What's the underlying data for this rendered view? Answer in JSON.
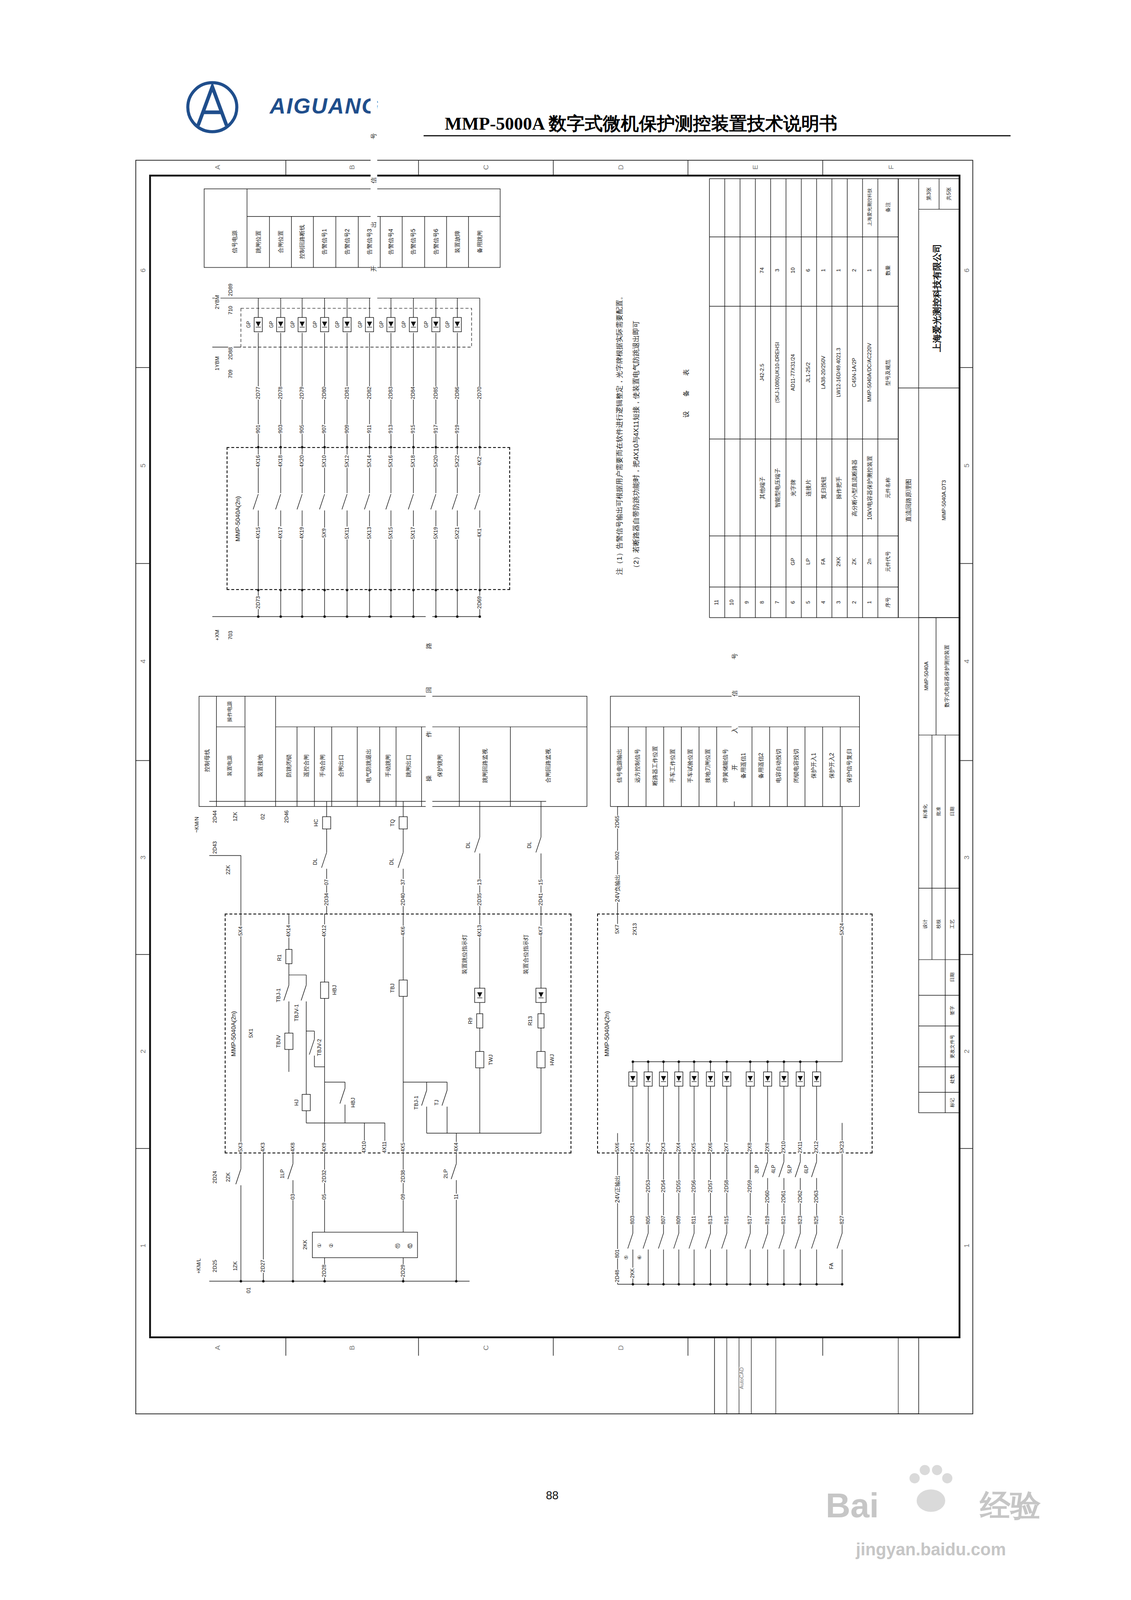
{
  "diagram": {
    "title": "MMP-5000A 数字式微机保护测控装置技术说明书",
    "nodes": [
      {
        "text": [
          "MMP-5040A(2n)"
        ]
      },
      {
        "text": [
          "MMP-5040A(2n)"
        ]
      },
      {
        "text": [
          "MMP-5040A(2n)"
        ]
      }
    ],
    "labels": [
      "AIGUANG",
      "88",
      "Bai",
      "经验",
      "jingyan.baidu.com",
      "AutoCAD",
      "A",
      "B",
      "C",
      "D",
      "E",
      "F",
      "A",
      "B",
      "C",
      "D",
      "1",
      "2",
      "3",
      "4",
      "5",
      "6",
      "1",
      "2",
      "3",
      "4",
      "5",
      "6",
      "开出信号",
      "信号电源",
      "跳闸位置",
      "合闸位置",
      "控制回路断线",
      "告警信号1",
      "告警信号2",
      "告警信号3",
      "告警信号4",
      "告警信号5",
      "告警信号6",
      "装置故障",
      "备用跳闸",
      "2YBM",
      "710",
      "2D89",
      "1YBM",
      "709",
      "2D88",
      "GP",
      "GP",
      "GP",
      "GP",
      "GP",
      "GP",
      "GP",
      "GP",
      "GP",
      "GP",
      "2D77",
      "2D78",
      "2D79",
      "2D80",
      "2D81",
      "2D82",
      "2D83",
      "2D84",
      "2D85",
      "2D86",
      "2D70",
      "901",
      "903",
      "905",
      "907",
      "909",
      "911",
      "913",
      "915",
      "917",
      "919",
      "4X16",
      "4X18",
      "4X20",
      "5X10",
      "5X12",
      "5X14",
      "5X16",
      "5X18",
      "5X20",
      "5X22",
      "4X2",
      "4X15",
      "4X17",
      "4X19",
      "5X9",
      "5X11",
      "5X13",
      "5X15",
      "5X17",
      "5X19",
      "5X21",
      "4X1",
      "2D73",
      "2D69",
      "+XM",
      "703",
      "注（1）告警信号输出可根据用户需要而在软件进行逻辑整定，光字牌根据实际需要配置。",
      "（2）若断路器自带防跳功能时，把4X10与4X11短接，使装置电气防跳退出即可",
      "设备表",
      "11",
      "10",
      "9",
      "8",
      "7",
      "6",
      "5",
      "4",
      "3",
      "2",
      "1",
      "其他端子",
      "J42-2.5",
      "74",
      "智能型电压端子",
      "(SKJ-1080)UK10-DREHSI",
      "3",
      "GP",
      "光字牌",
      "AD11-77X31/24",
      "10",
      "LP",
      "连接片",
      "JL1-25/2",
      "6",
      "FA",
      "复归按钮",
      "LA38-20/250V",
      "1",
      "2KK",
      "操作把手",
      "LW12-16D/49.4021.3",
      "1",
      "ZK",
      "高分断小型直流断路器",
      "C45N-1A/2P",
      "2",
      "2n",
      "10kV电容器保护测控装置",
      "MMP-5040A/DC/AC220V",
      "1",
      "上海爱光测控科技",
      "序号",
      "元件代号",
      "元件名称",
      "型号及规范",
      "数量",
      "备注",
      "上海爱光测控科技有限公司",
      "第3张",
      "共5张",
      "直流回路原理图",
      "MMP-5040A.DT3",
      "MMP-5040A",
      "数字式电容器保护测控装置",
      "标准化",
      "批准",
      "日期",
      "设计",
      "校核",
      "工艺",
      "日期",
      "签字",
      "更改文件号",
      "处数",
      "标记",
      "控制母线",
      "操作电源",
      "装置电源",
      "装置接地",
      "操作回路",
      "防跳闭锁",
      "遥控合闸",
      "手动合闸",
      "合闸出口",
      "电气防跳退出",
      "手动跳闸",
      "跳闸出口",
      "保护跳闸",
      "跳闸回路监视",
      "合闸回路监视",
      "开入信号",
      "信号电源输出",
      "远方控制信号",
      "断路器工作位置",
      "手车工作位置",
      "手车试验位置",
      "接地刀闸位置",
      "弹簧储能信号",
      "备用遥信1",
      "备用遥信2",
      "电容自动投切",
      "闭锁电容投切",
      "保护开入1",
      "保护开入2",
      "保护信号复归",
      "~KM/N",
      "2D44",
      "1ZK",
      "02",
      "2D46",
      "2D43",
      "2ZK",
      "HC",
      "DL",
      "TQ",
      "DL",
      "DL",
      "DL",
      "07",
      "37",
      "13",
      "15",
      "2D34",
      "2D40",
      "2D35",
      "2D41",
      "5X4",
      "4X14",
      "4X12",
      "4X6",
      "4X13",
      "4X7",
      "R1",
      "TBJ-1",
      "TBJV-1",
      "HBJ",
      "5X1",
      "TBJV",
      "TBJV-2",
      "HJ",
      "HBJ",
      "TBJ",
      "TBJ-1",
      "TJ",
      "装置跳位指示灯",
      "R9",
      "TWJ",
      "装置合位指示灯",
      "R13",
      "HWJ",
      "5X3",
      "4X3",
      "4X8",
      "4X9",
      "4X10",
      "4X11",
      "4X5",
      "4X4",
      "2D24",
      "2ZK",
      "1LP",
      "03",
      "2D32",
      "05",
      "2D38",
      "09",
      "2LP",
      "11",
      "2KK",
      "①",
      "②",
      "⑪",
      "⑫",
      "+KM/L",
      "2D25",
      "1ZK",
      "01",
      "2D27",
      "2D28",
      "2D29",
      "2D65",
      "802",
      "24V负输出",
      "5X7",
      "2X13",
      "5X24",
      "5X6",
      "2X1",
      "2X2",
      "2X3",
      "2X4",
      "2X5",
      "2X6",
      "2X7",
      "2X8",
      "2X9",
      "2X10",
      "2X11",
      "2X12",
      "5X23",
      "24V正输出",
      "2D53",
      "2D54",
      "2D55",
      "2D56",
      "2D57",
      "2D58",
      "2D59",
      "2D60",
      "2D61",
      "2D62",
      "2D63",
      "3LP",
      "4LP",
      "5LP",
      "6LP",
      "803",
      "805",
      "807",
      "809",
      "811",
      "813",
      "815",
      "817",
      "819",
      "821",
      "823",
      "825",
      "827",
      "801",
      "2D48",
      "2KK",
      "⑤",
      "⑥",
      "FA"
    ]
  }
}
